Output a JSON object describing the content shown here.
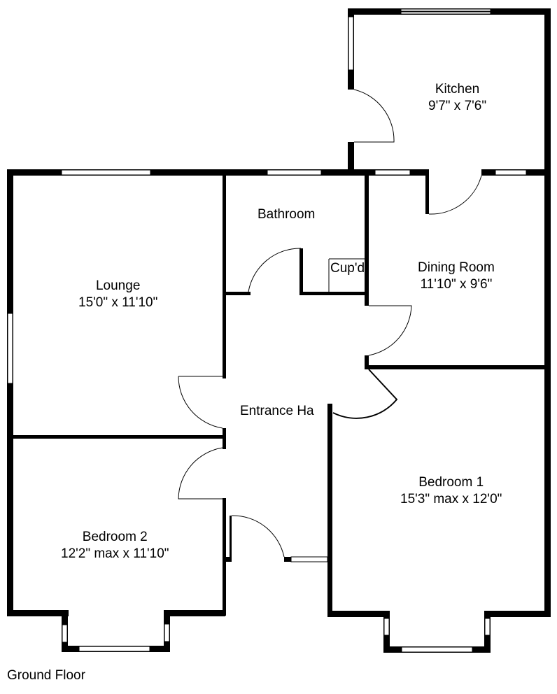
{
  "floor_plan": {
    "title": "Ground Floor",
    "colors": {
      "wall": "#000000",
      "background": "#ffffff",
      "window": "#ffffff"
    },
    "rooms": [
      {
        "id": "kitchen",
        "name": "Kitchen",
        "dimensions": "9'7\" x 7'6\""
      },
      {
        "id": "lounge",
        "name": "Lounge",
        "dimensions": "15'0\" x 11'10\""
      },
      {
        "id": "bathroom",
        "name": "Bathroom",
        "dimensions": ""
      },
      {
        "id": "cupboard",
        "name": "Cup'd",
        "dimensions": ""
      },
      {
        "id": "dining-room",
        "name": "Dining Room",
        "dimensions": "11'10\" x 9'6\""
      },
      {
        "id": "entrance-hall",
        "name": "Entrance Hall",
        "display_name": "Entrance Ha",
        "dimensions": ""
      },
      {
        "id": "bedroom-1",
        "name": "Bedroom 1",
        "dimensions": "15'3\" max x 12'0\""
      },
      {
        "id": "bedroom-2",
        "name": "Bedroom 2",
        "dimensions": "12'2\" max x 11'10\""
      }
    ]
  }
}
